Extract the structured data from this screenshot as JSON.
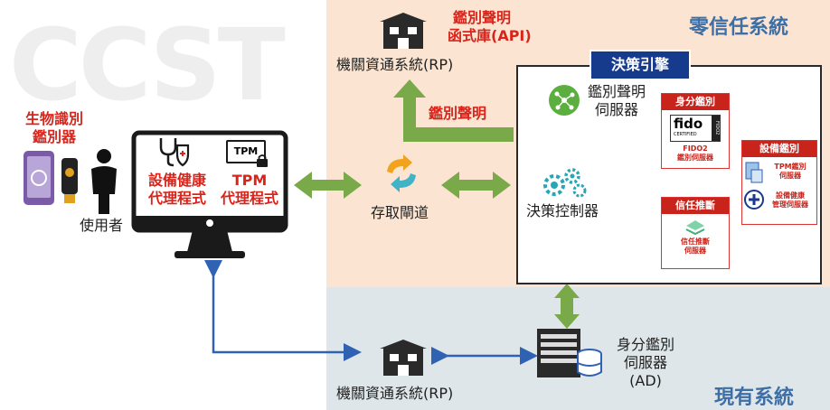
{
  "zones": {
    "zero_trust_label": "零信任系統",
    "existing_label": "現有系統"
  },
  "biometric": {
    "label_line1": "生物識別",
    "label_line2": "鑑別器"
  },
  "user": {
    "label": "使用者"
  },
  "monitor": {
    "health_agent_line1": "設備健康",
    "health_agent_line2": "代理程式",
    "tpm_chip": "TPM",
    "tpm_agent_line1": "TPM",
    "tpm_agent_line2": "代理程式"
  },
  "rp_top": {
    "api_line1": "鑑別聲明",
    "api_line2": "函式庫(API)",
    "label": "機關資通系統(RP)"
  },
  "assertion_arrow": {
    "label": "鑑別聲明"
  },
  "gateway": {
    "label": "存取閘道"
  },
  "decision_engine": {
    "title": "決策引擎",
    "assertion_server_line1": "鑑別聲明",
    "assertion_server_line2": "伺服器",
    "controller": "決策控制器",
    "identity_card": {
      "title": "身分鑑別",
      "logo": "fido",
      "logo_sub": "CERTIFIED",
      "logo_side": "FIDO2",
      "name_line1": "FIDO2",
      "name_line2": "鑑別伺服器"
    },
    "trust_card": {
      "title": "信任推斷",
      "name_line1": "信任推斷",
      "name_line2": "伺服器"
    },
    "device_card": {
      "title": "設備鑑別",
      "tpm_line1": "TPM鑑別",
      "tpm_line2": "伺服器",
      "health_line1": "設備健康",
      "health_line2": "管理伺服器"
    }
  },
  "rp_bottom": {
    "label": "機關資通系統(RP)"
  },
  "identity_server": {
    "line1": "身分鑑別",
    "line2": "伺服器",
    "line3": "(AD)"
  },
  "colors": {
    "zero_trust_bg": "#fbe5d2",
    "existing_bg": "#dfe6ea",
    "green_arrow": "#7aa94a",
    "blue_line": "#2f62b3",
    "red_text": "#d9241b",
    "navy": "#163a8c"
  }
}
